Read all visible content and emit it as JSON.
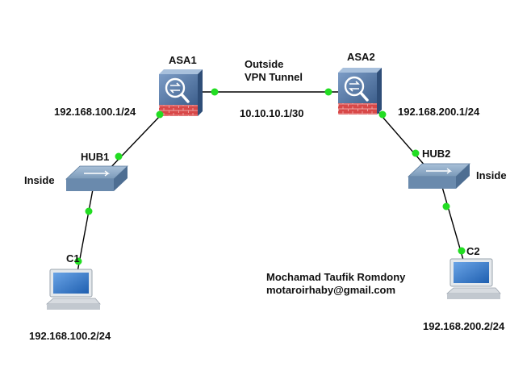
{
  "devices": {
    "asa1": {
      "label": "ASA1"
    },
    "asa2": {
      "label": "ASA2"
    },
    "hub1": {
      "label": "HUB1"
    },
    "hub2": {
      "label": "HUB2"
    },
    "c1": {
      "label": "C1"
    },
    "c2": {
      "label": "C2"
    }
  },
  "zones": {
    "inside_left": "Inside",
    "inside_right": "Inside",
    "outside": "Outside",
    "tunnel": "VPN Tunnel"
  },
  "addresses": {
    "asa1_inside": "192.168.100.1/24",
    "asa2_inside": "192.168.200.1/24",
    "outside_link": "10.10.10.1/30",
    "c1_ip": "192.168.100.2/24",
    "c2_ip": "192.168.200.2/24"
  },
  "author": {
    "name": "Mochamad Taufik Romdony",
    "email": "motaroirhaby@gmail.com"
  },
  "colors": {
    "link": "#000000",
    "port": "#22dd22",
    "firewall_body": "#4a6fa0",
    "firewall_wall": "#e04f50",
    "hub": "#6b8fb5"
  },
  "icons": {
    "firewall": "asa-firewall-icon",
    "hub": "hub-icon",
    "pc": "computer-icon"
  }
}
